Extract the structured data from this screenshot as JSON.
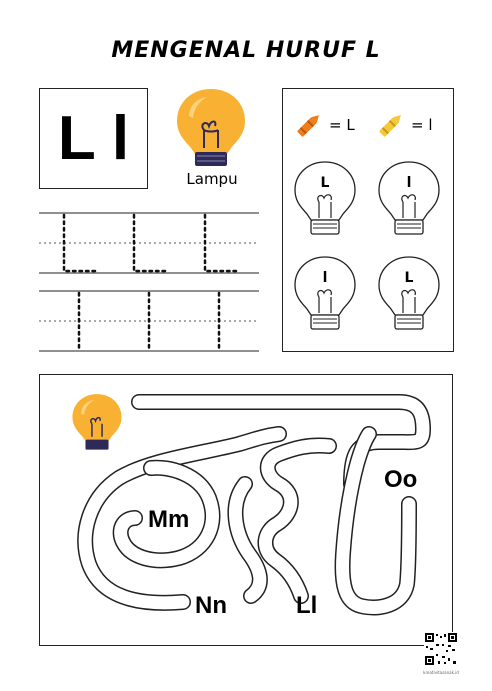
{
  "title": "MENGENAL HURUF L",
  "letter_box": {
    "letters": "L l"
  },
  "picture": {
    "word": "Lampu",
    "icon": "lightbulb-icon"
  },
  "legend": [
    {
      "color_name": "orange",
      "color": "#F07D1C",
      "text": "= L",
      "icon": "crayon-icon"
    },
    {
      "color_name": "yellow",
      "color": "#F5C739",
      "text": "= l",
      "icon": "crayon-icon"
    }
  ],
  "coloring_bulbs": [
    {
      "letter": "L"
    },
    {
      "letter": "l"
    },
    {
      "letter": "l"
    },
    {
      "letter": "L"
    }
  ],
  "maze": {
    "labels": [
      "Mm",
      "Nn",
      "Ll",
      "Oo"
    ],
    "start_icon": "lightbulb-icon"
  },
  "footer": {
    "website": "kreativitasanak.id"
  },
  "colors": {
    "bulb_fill": "#F8B133",
    "bulb_highlight": "#FCD27A",
    "bulb_base": "#2D2A5A",
    "outline": "#222222"
  }
}
